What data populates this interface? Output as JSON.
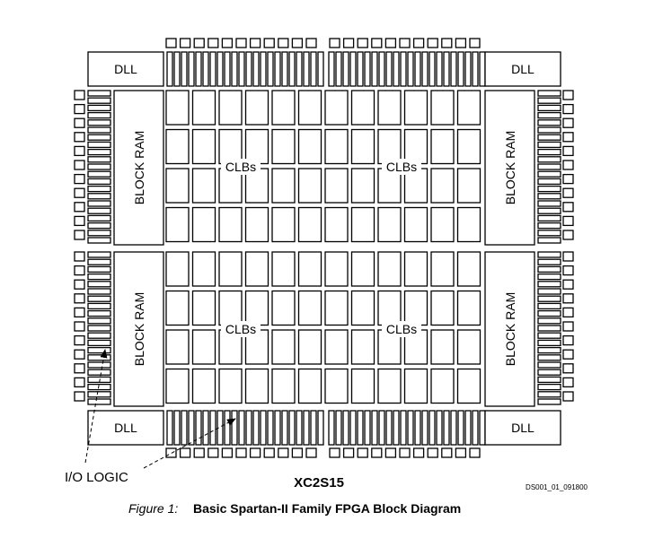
{
  "diagram": {
    "dll_label": "DLL",
    "block_ram_label": "BLOCK RAM",
    "clb_label": "CLBs",
    "io_logic_label": "I/O LOGIC",
    "device_label": "XC2S15",
    "doc_code": "DS001_01_091800"
  },
  "caption": {
    "prefix": "Figure 1:",
    "title": "Basic Spartan-II Family FPGA Block Diagram"
  }
}
